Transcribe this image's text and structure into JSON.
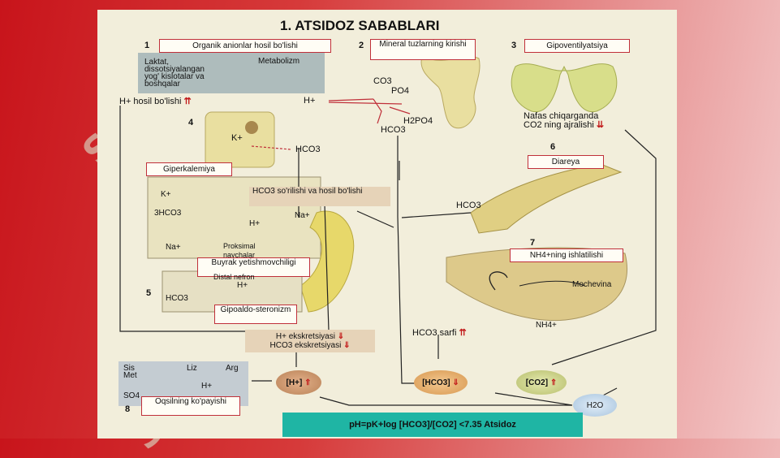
{
  "title": "1. ATSIDOZ SABABLARI",
  "sections": {
    "s1": {
      "num": "1",
      "label": "Organik anionlar hosil bo'lishi"
    },
    "s2": {
      "num": "2",
      "label": "Mineral tuzlarning kirishi"
    },
    "s3": {
      "num": "3",
      "label": "Gipoventilyatsiya"
    },
    "s4": {
      "num": "4",
      "label": "Giperkalemiya"
    },
    "s5": {
      "num": "5",
      "label": "Gipoaldo-steronizm"
    },
    "s6": {
      "num": "6",
      "label": "Diareya"
    },
    "s7": {
      "num": "7",
      "label": "NH4+ning ishlatilishi"
    },
    "s8": {
      "num": "8",
      "label": "Oqsilning ko'payishi"
    }
  },
  "labels": {
    "laktat": "Laktat,",
    "dissots": "dissotsiyalangan",
    "yog": "yog' kislotalar va",
    "boshqalar": "boshqalar",
    "metabolizm": "Metabolizm",
    "h_hosil": "H+ hosil bo'lishi",
    "co3": "CO3",
    "po4": "PO4",
    "h_plus": "H+",
    "h2po4": "H2PO4",
    "hco3": "HCO3",
    "k_plus": "K+",
    "hco3_sor": "HCO3 so'rilishi va hosil bo'lishi",
    "three_hco3": "3HCO3",
    "na": "Na+",
    "proksimal": "Proksimal naychalar",
    "buyrak": "Buyrak yetishmovchiligi",
    "distal": "Distal nefron",
    "nafas1": "Nafas chiqarganda",
    "nafas2": "CO2 ning ajralishi",
    "mochevina": "Mochevina",
    "nh4": "NH4+",
    "hco3_sarfi": "HCO3 sarfi",
    "h_ekskr": "H+ ekskretsiyasi",
    "hco3_ekskr": "HCO3 ekskretsiyasi",
    "sis": "Sis",
    "met": "Met",
    "liz": "Liz",
    "arg": "Arg",
    "so4": "SO4",
    "h_node": "[H+]",
    "hco3_node": "[HCO3]",
    "co2_node": "[CO2]",
    "h2o": "H2O",
    "formula": "pH=pK+log [HCO3]/[CO2] <7.35 Atsidoz"
  },
  "colors": {
    "accent": "#c0303a",
    "up_arrow": "#c21b1b",
    "formula_bg": "#1fb5a4"
  }
}
